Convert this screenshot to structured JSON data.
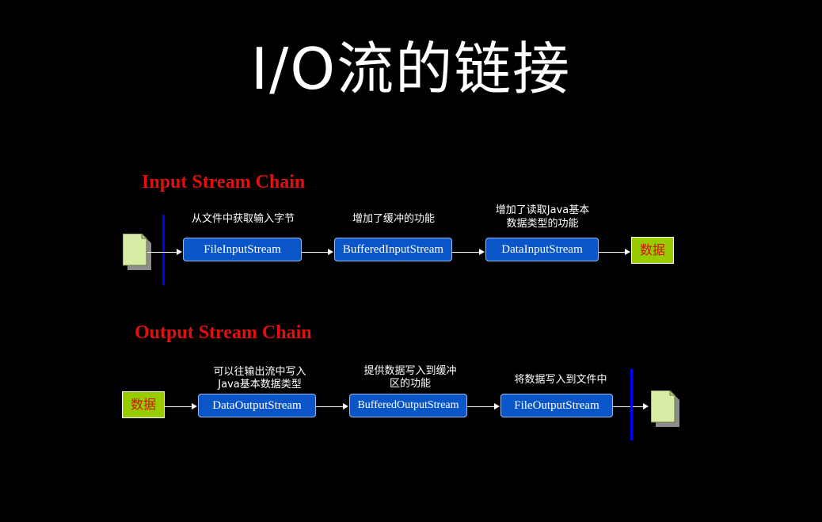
{
  "title": "I/O流的链接",
  "input_chain": {
    "heading": "Input Stream Chain",
    "streams": [
      {
        "label": "FileInputStream",
        "caption": "从文件中获取输入字节"
      },
      {
        "label": "BufferedInputStream",
        "caption": "增加了缓冲的功能"
      },
      {
        "label": "DataInputStream",
        "caption_line1": "增加了读取Java基本",
        "caption_line2": "数据类型的功能"
      }
    ],
    "output_label": "数据"
  },
  "output_chain": {
    "heading": "Output Stream Chain",
    "input_label": "数据",
    "streams": [
      {
        "label": "DataOutputStream",
        "caption_line1": "可以往输出流中写入",
        "caption_line2": "Java基本数据类型"
      },
      {
        "label": "BufferedOutputStream",
        "caption_line1": "提供数据写入到缓冲",
        "caption_line2": "区的功能"
      },
      {
        "label": "FileOutputStream",
        "caption": "将数据写入到文件中"
      }
    ]
  },
  "colors": {
    "background": "#000000",
    "heading": "#e01010",
    "stream_box": "#0a56c8",
    "data_box": "#99cc00",
    "data_text": "#d01010",
    "bar": "#0000ff",
    "file": "#d9eca6"
  }
}
